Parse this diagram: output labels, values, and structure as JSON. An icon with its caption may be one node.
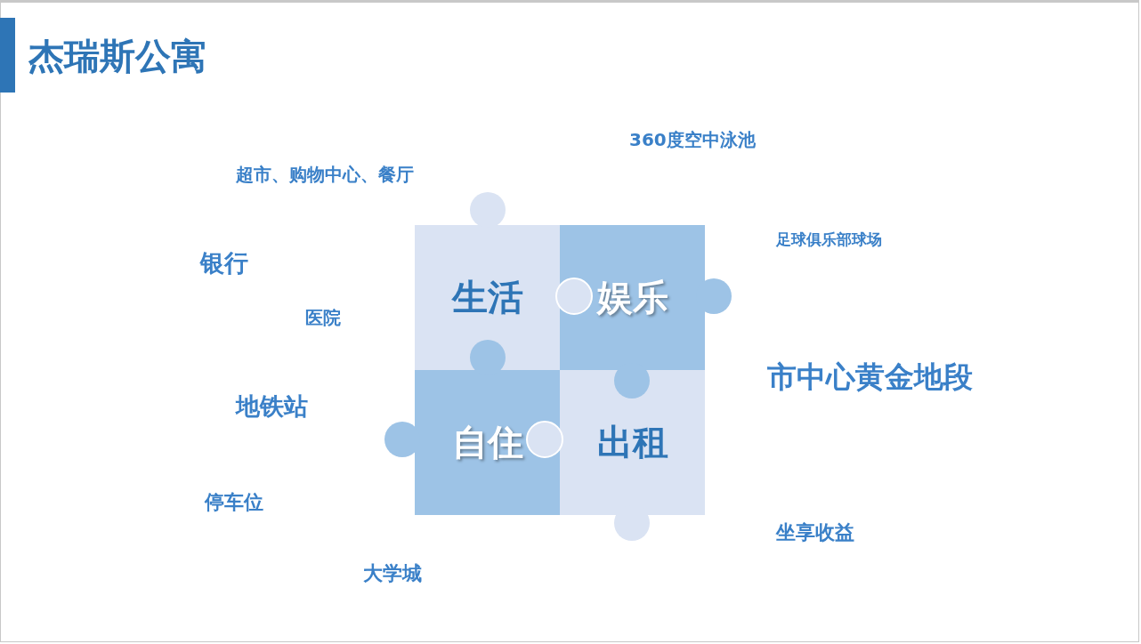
{
  "diagram": {
    "title": "杰瑞斯公寓",
    "nodes": [
      {
        "text": [
          "生活"
        ]
      },
      {
        "text": [
          "娱乐"
        ]
      },
      {
        "text": [
          "自住"
        ]
      },
      {
        "text": [
          "出租"
        ]
      }
    ],
    "edges": [],
    "labels": [
      "360度空中泳池",
      "超市、购物中心、餐厅",
      "足球俱乐部球场",
      "银行",
      "医院",
      "市中心黄金地段",
      "地铁站",
      "停车位",
      "坐享收益",
      "大学城"
    ]
  }
}
